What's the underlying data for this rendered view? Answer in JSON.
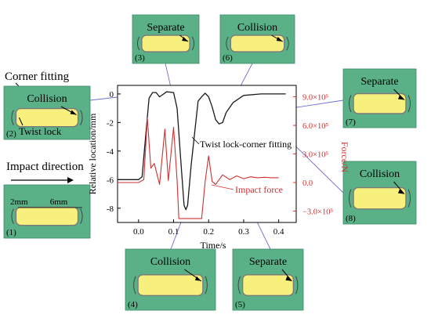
{
  "figure": {
    "top_labels": {
      "corner_fitting": "Corner fitting",
      "impact_direction": "Impact direction"
    },
    "panels": [
      {
        "id": "1",
        "num_label": "(1)",
        "state": "",
        "dims": {
          "gap_left": "2mm",
          "gap_right": "6mm"
        }
      },
      {
        "id": "2",
        "num_label": "(2)",
        "state": "Collision",
        "inner_label": "Twist lock"
      },
      {
        "id": "3",
        "num_label": "(3)",
        "state": "Separate"
      },
      {
        "id": "4",
        "num_label": "(4)",
        "state": "Collision"
      },
      {
        "id": "5",
        "num_label": "(5)",
        "state": "Separate"
      },
      {
        "id": "6",
        "num_label": "(6)",
        "state": "Collision"
      },
      {
        "id": "7",
        "num_label": "(7)",
        "state": "Separate"
      },
      {
        "id": "8",
        "num_label": "(8)",
        "state": "Collision"
      }
    ],
    "colors": {
      "panel_bg": "#5ab187",
      "lock_fill": "#f7f07c",
      "lock_stroke": "#7a7a7a",
      "location_curve": "#1a1a1a",
      "force_curve": "#d03030",
      "connector": "#6f6fd0"
    }
  },
  "chart_data": {
    "type": "line",
    "xlabel": "Time/s",
    "ylabel_left": "Relative location/mm",
    "ylabel_right": "Force/N",
    "x_ticks": [
      "0.0",
      "0.1",
      "0.2",
      "0.3",
      "0.4"
    ],
    "y_left_ticks": [
      "0",
      "-2",
      "-4",
      "-6",
      "-8"
    ],
    "y_right_ticks": [
      "9.0×10⁵",
      "6.0×10⁵",
      "3.0×10⁵",
      "0.0",
      "−3.0×10⁵"
    ],
    "xlim": [
      -0.06,
      0.45
    ],
    "ylim_left": [
      -9,
      0.6
    ],
    "ylim_right": [
      -420000,
      1020000
    ],
    "series": [
      {
        "name": "Twist lock-corner fitting",
        "axis": "left",
        "x": [
          -0.06,
          0.0,
          0.01,
          0.02,
          0.03,
          0.04,
          0.05,
          0.06,
          0.08,
          0.1,
          0.11,
          0.12,
          0.13,
          0.135,
          0.14,
          0.15,
          0.17,
          0.18,
          0.19,
          0.2,
          0.21,
          0.22,
          0.23,
          0.24,
          0.25,
          0.27,
          0.3,
          0.35,
          0.4,
          0.42
        ],
        "y": [
          -6.0,
          -6.0,
          -5.8,
          -3.0,
          -0.3,
          0.1,
          0.1,
          -0.2,
          0.15,
          0.1,
          -1.0,
          -4.5,
          -7.8,
          -8.1,
          -7.8,
          -5.0,
          -0.5,
          -0.2,
          0.05,
          -0.2,
          -0.9,
          -1.8,
          -2.1,
          -2.0,
          -1.3,
          -0.6,
          -0.1,
          0.0,
          0.0,
          0.0
        ]
      },
      {
        "name": "Impact force",
        "axis": "right",
        "x": [
          -0.06,
          0.0,
          0.015,
          0.025,
          0.035,
          0.045,
          0.06,
          0.075,
          0.085,
          0.1,
          0.11,
          0.115,
          0.12,
          0.18,
          0.19,
          0.2,
          0.21,
          0.22,
          0.24,
          0.26,
          0.28,
          0.3,
          0.32,
          0.34,
          0.36,
          0.38,
          0.4
        ],
        "y": [
          0,
          0,
          30000,
          680000,
          150000,
          200000,
          -20000,
          560000,
          20000,
          580000,
          20000,
          -380000,
          -380000,
          -380000,
          10000,
          280000,
          10000,
          -20000,
          80000,
          30000,
          70000,
          40000,
          60000,
          50000,
          55000,
          50000,
          50000
        ]
      }
    ],
    "annotations": [
      "Twist lock-corner fitting",
      "Impact force"
    ]
  }
}
